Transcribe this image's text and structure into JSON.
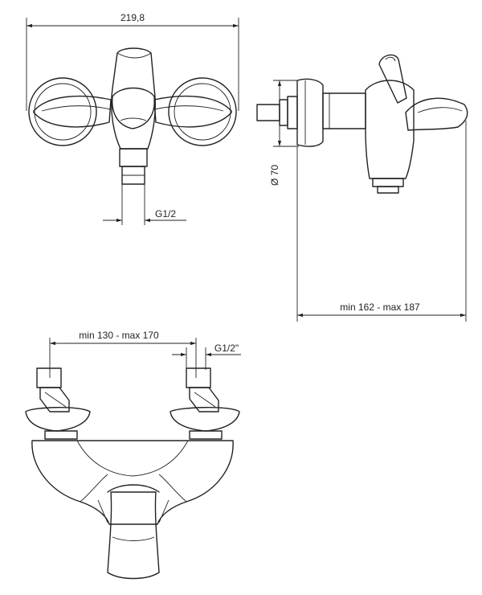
{
  "dimensions": {
    "overall_width": "219,8",
    "thread_front": "G1/2",
    "rosette_diameter": "Ø 70",
    "projection": "min 162 - max 187",
    "center_distance": "min 130 - max 170",
    "thread_bottom": "G1/2\""
  }
}
